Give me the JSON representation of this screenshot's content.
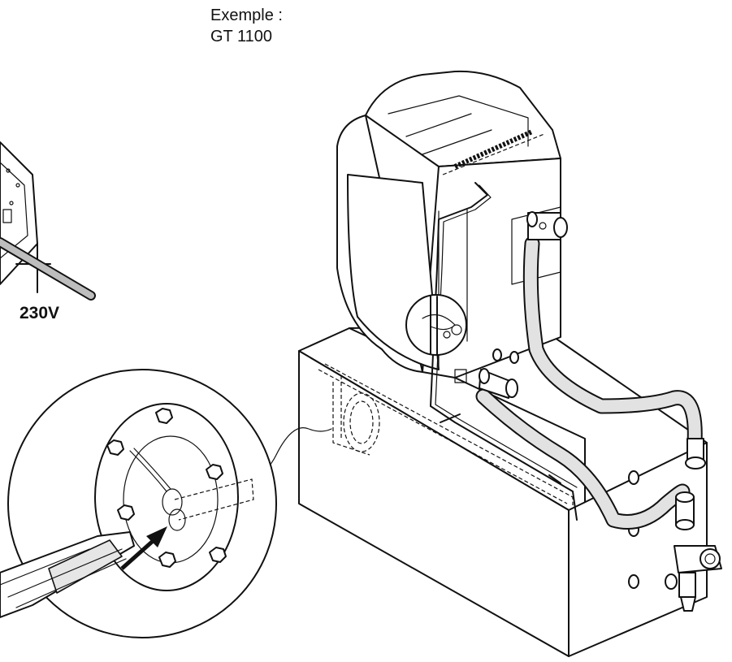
{
  "caption": {
    "line1": "Exemple :",
    "line2": "GT 1100"
  },
  "voltage_label": "230V",
  "colors": {
    "line": "#111111",
    "hose_fill": "#e2e2e2",
    "background": "#ffffff"
  }
}
